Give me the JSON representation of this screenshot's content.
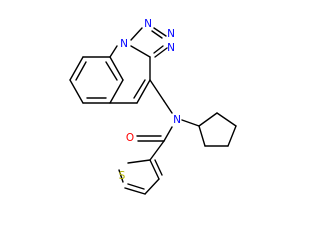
{
  "molecule": {
    "atoms": {
      "n_tet_top": {
        "symbol": "N",
        "color": "#0000ff"
      },
      "n_tet_right_upper": {
        "symbol": "N",
        "color": "#0000ff"
      },
      "n_tet_right_lower": {
        "symbol": "N",
        "color": "#0000ff"
      },
      "n_tet_fused": {
        "symbol": "N",
        "color": "#0000ff"
      },
      "n_amide": {
        "symbol": "N",
        "color": "#0000ff"
      },
      "o_carbonyl": {
        "symbol": "O",
        "color": "#ff0000"
      },
      "s_thiophene": {
        "symbol": "S",
        "color": "#b2b200"
      }
    },
    "bond_color": "#000000",
    "background": "#ffffff"
  }
}
